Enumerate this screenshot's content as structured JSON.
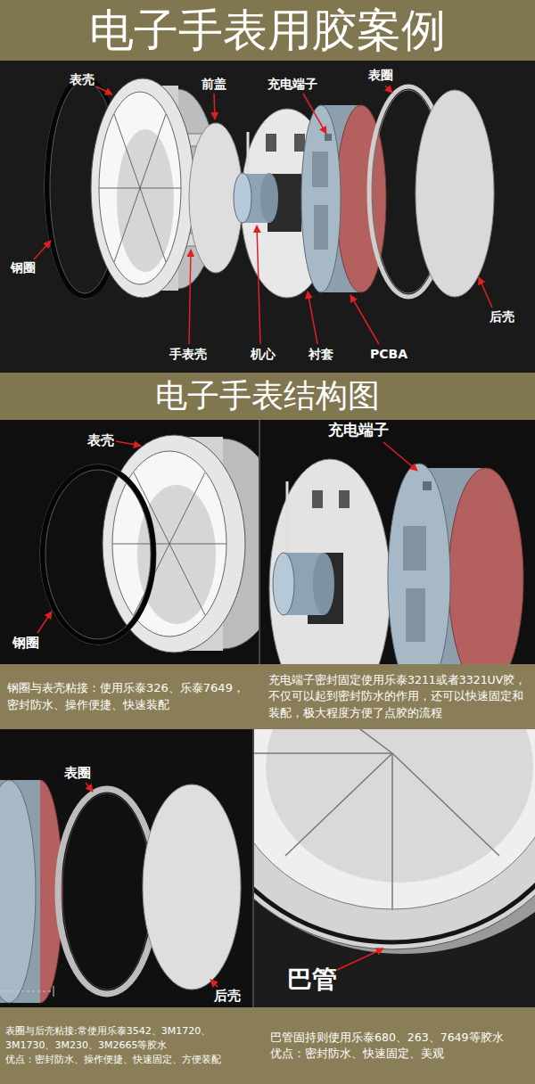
{
  "diagram": {
    "title": "电子手表用胶案例",
    "nodes": [
      {
        "text": [
          "电子手表结构图"
        ]
      },
      {
        "text": [
          "钢圈与表壳粘接：使用乐泰326、乐泰7649，密封防水、操作便捷、快速装配"
        ]
      },
      {
        "text": [
          "充电端子密封固定使用乐泰3211或者3321UV胶，不仅可以起到密封防水的作用，还可以快速固定和装配，极大程度方便了点胶的流程"
        ]
      },
      {
        "text": [
          "表圈与后壳粘接:常使用乐泰3542、3M1720、3M1730、3M230、3M2665等胶水",
          "优点：密封防水、操作便捷、快速固定、方便装配"
        ]
      },
      {
        "text": [
          "巴管固持则使用乐泰680、263、7649等胶水",
          "优点：密封防水、快速固定、美观"
        ]
      }
    ],
    "labels": [
      "表壳",
      "前盖",
      "充电端子",
      "表圈",
      "钢圈",
      "后壳",
      "手表壳",
      "机心",
      "衬套",
      "PCBA",
      "表壳",
      "充电端子",
      "钢圈",
      "表圈",
      "后壳",
      "巴管"
    ]
  }
}
